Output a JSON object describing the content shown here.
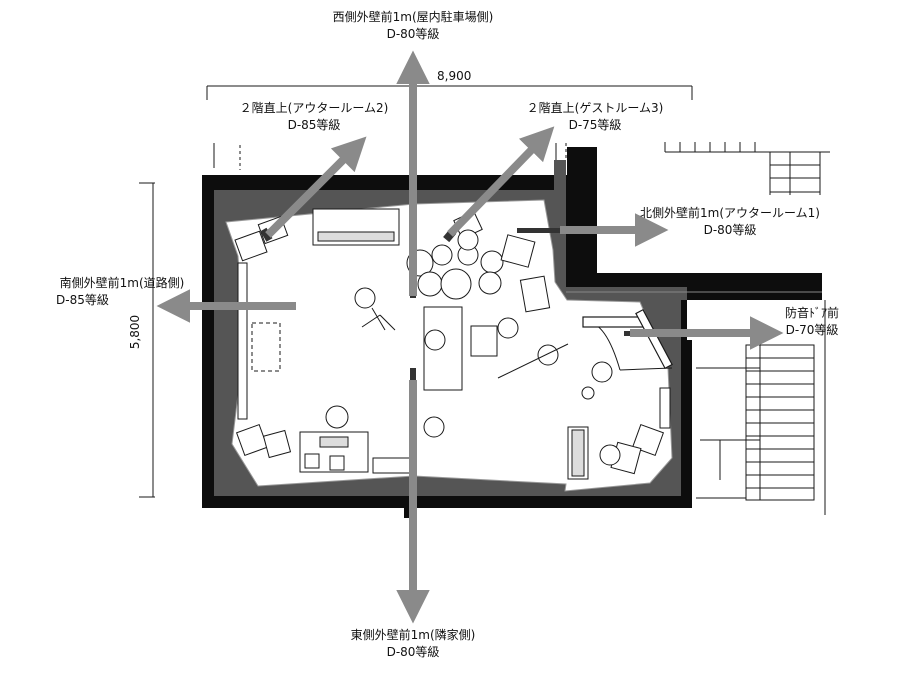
{
  "colors": {
    "wall": "#0d0d0d",
    "insulation": "#555555",
    "floor": "#ffffff",
    "arrow": "#8a8a8a",
    "line": "#1a1a1a"
  },
  "dimensions": {
    "width": "8,900",
    "height": "5,800"
  },
  "measurements": {
    "west": {
      "location": "西側外壁前1m(屋内駐車場側)",
      "rating": "D-80等級"
    },
    "upper_room2": {
      "location": "２階直上(アウタールーム2)",
      "rating": "D-85等級"
    },
    "upper_guest": {
      "location": "２階直上(ゲストルーム3)",
      "rating": "D-75等級"
    },
    "north": {
      "location": "北側外壁前1m(アウタールーム1)",
      "rating": "D-80等級"
    },
    "south": {
      "location": "南側外壁前1m(道路側)",
      "rating": "D-85等級"
    },
    "door": {
      "location": "防音ﾄﾞｱ前",
      "rating": "D-70等級"
    },
    "east": {
      "location": "東側外壁前1m(隣家側)",
      "rating": "D-80等級"
    }
  }
}
